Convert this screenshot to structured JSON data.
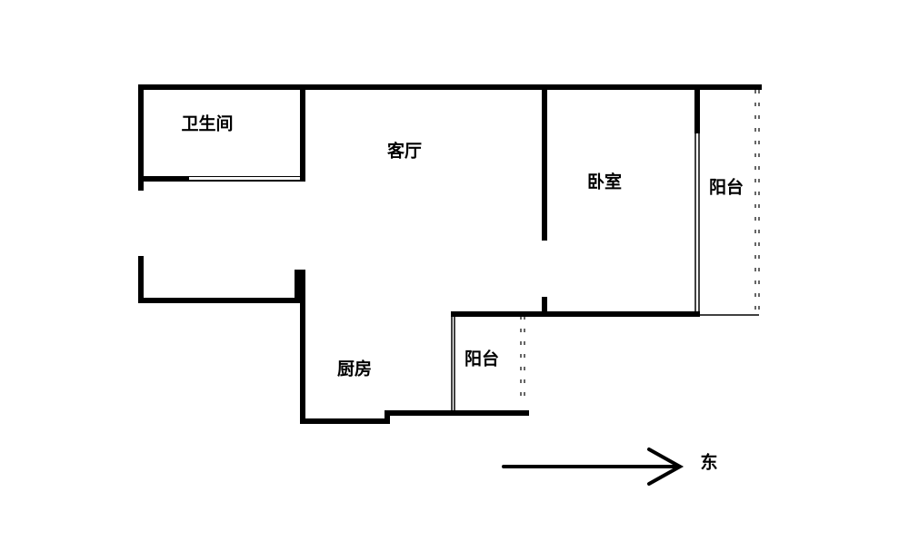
{
  "rooms": {
    "bathroom": "卫生间",
    "living_room": "客厅",
    "bedroom": "卧室",
    "balcony_east": "阳台",
    "kitchen": "厨房",
    "balcony_kitchen": "阳台"
  },
  "compass": {
    "direction": "东"
  },
  "colors": {
    "wall": "#000000",
    "background": "#ffffff"
  }
}
